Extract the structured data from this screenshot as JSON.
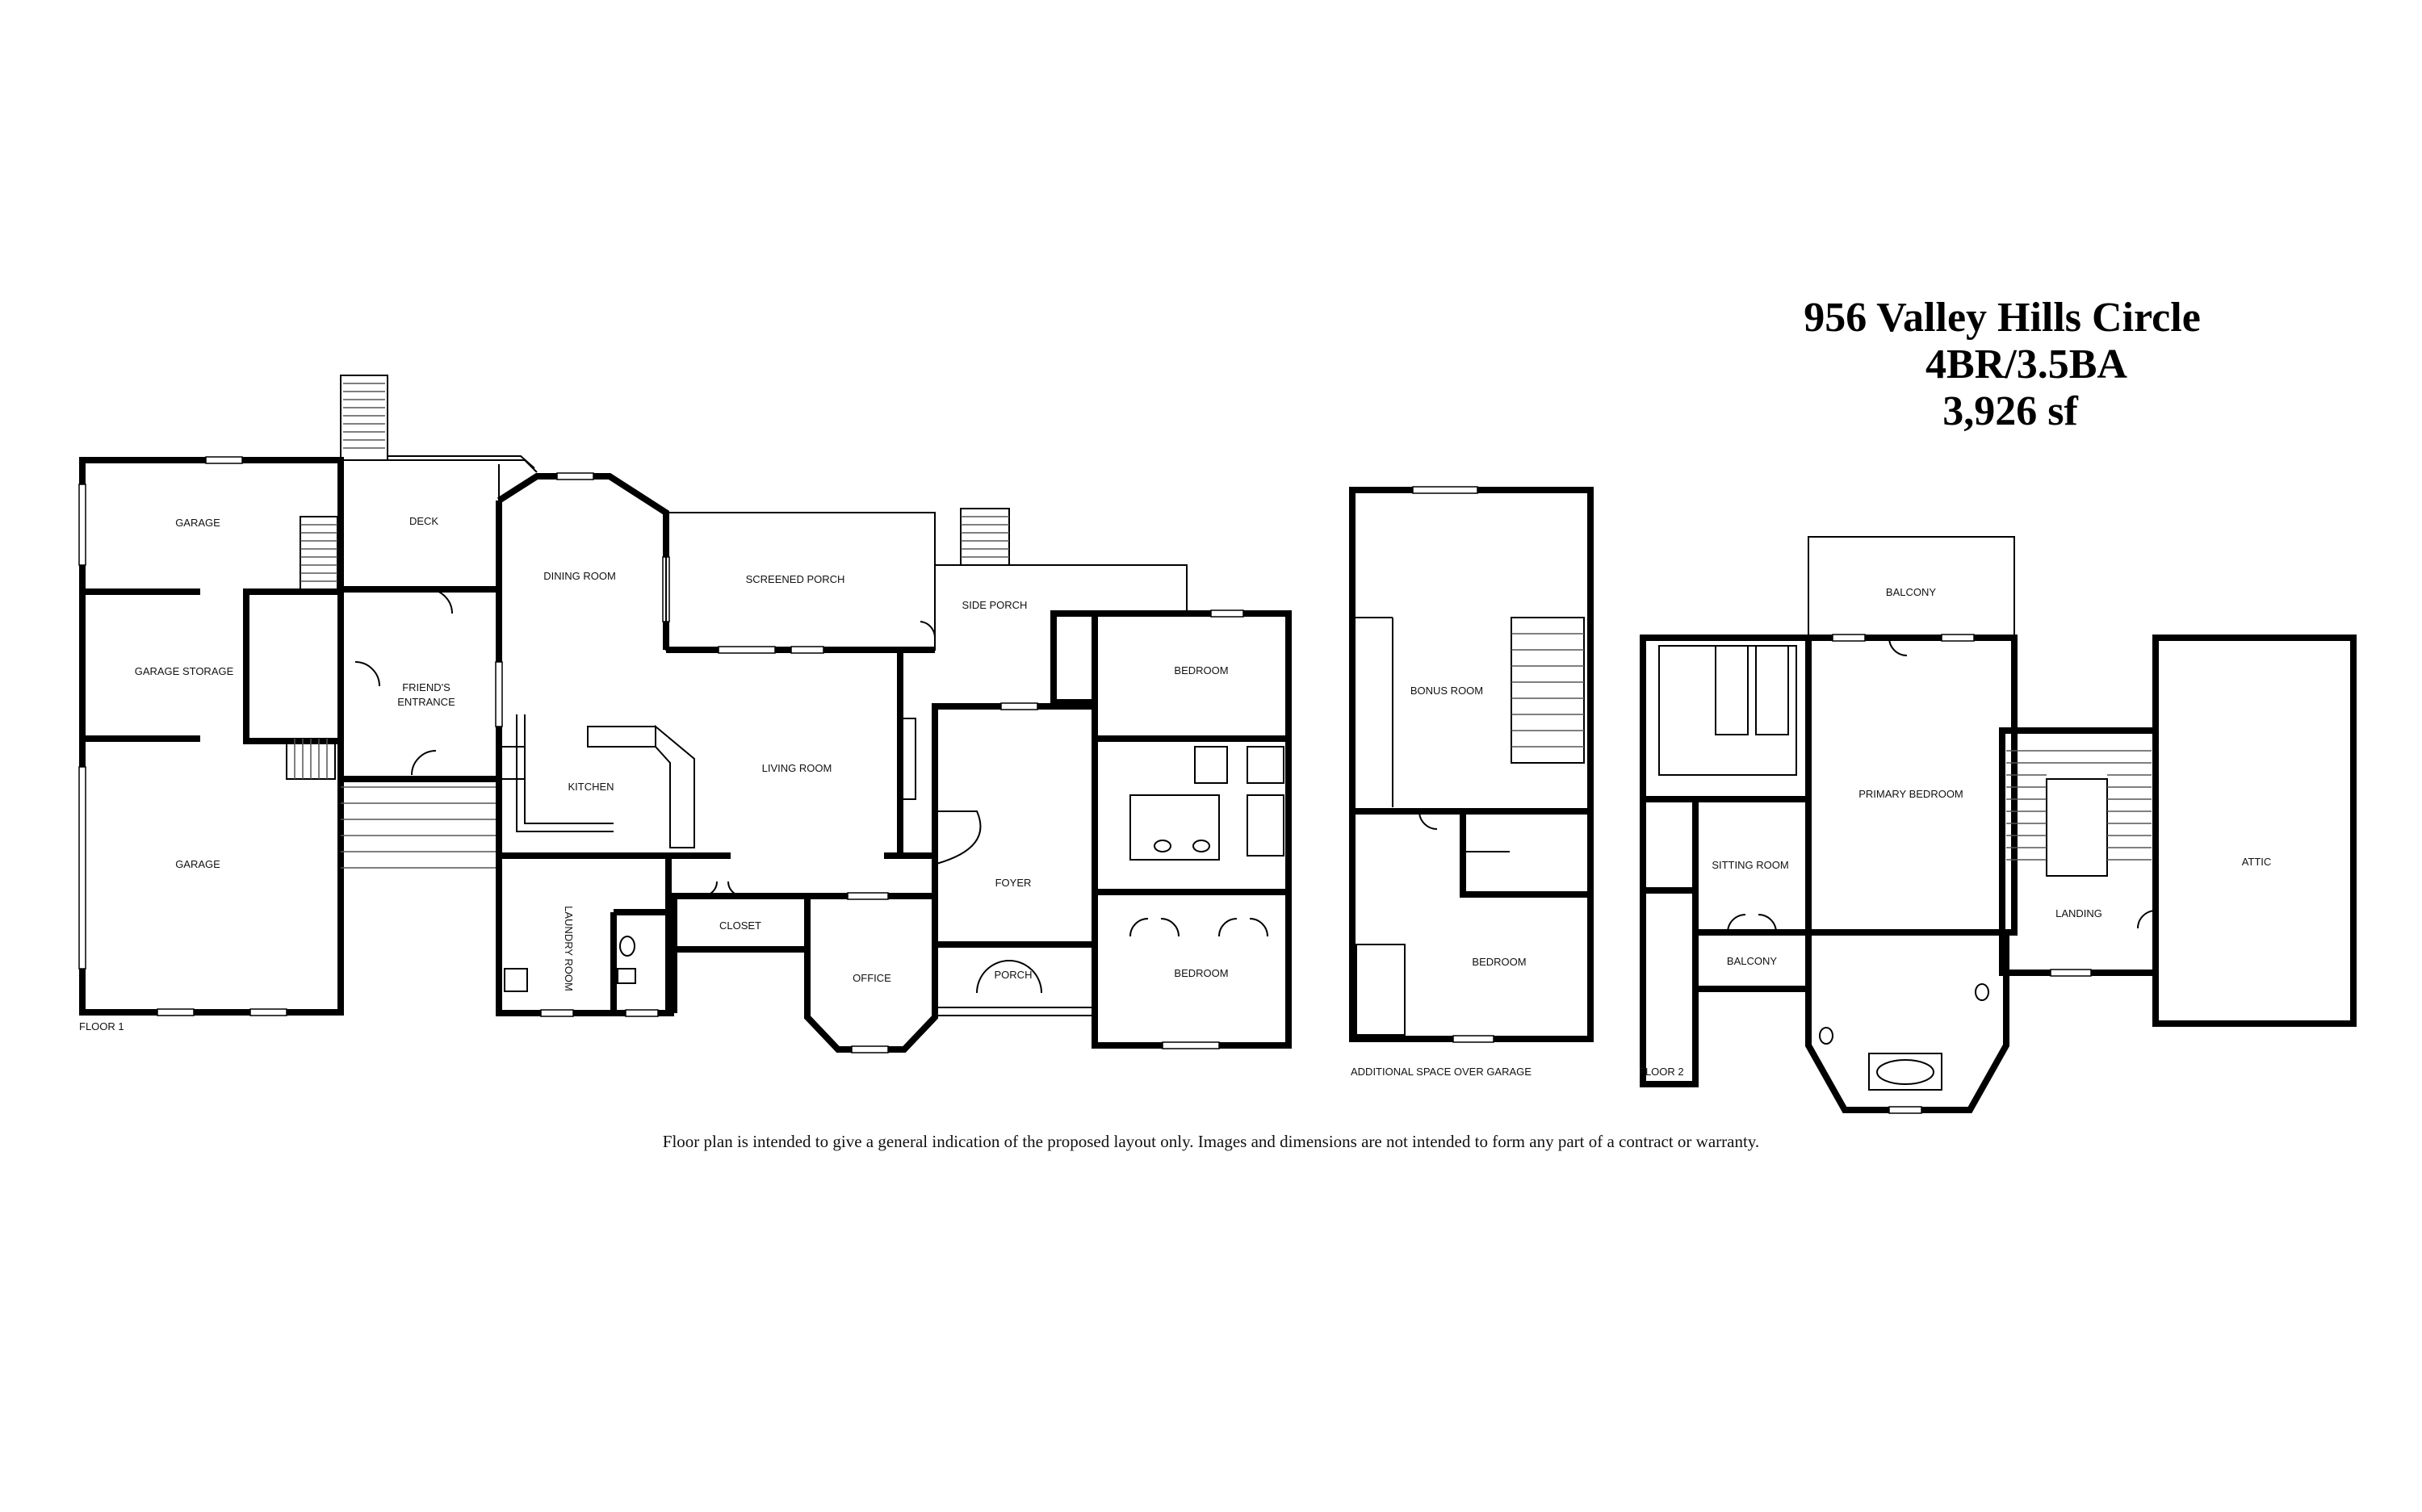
{
  "header": {
    "address": "956 Valley Hills Circle",
    "beds_baths": "4BR/3.5BA",
    "area": "3,926 sf"
  },
  "floors": {
    "floor1": "FLOOR 1",
    "garage_extra": "ADDITIONAL SPACE OVER GARAGE",
    "floor2": "FLOOR 2"
  },
  "rooms": {
    "garage_top": "GARAGE",
    "garage_storage": "GARAGE STORAGE",
    "garage_bottom": "GARAGE",
    "deck": "DECK",
    "friends_entrance_1": "FRIEND'S",
    "friends_entrance_2": "ENTRANCE",
    "dining_room": "DINING ROOM",
    "screened_porch": "SCREENED PORCH",
    "kitchen": "KITCHEN",
    "living_room": "LIVING ROOM",
    "laundry_room": "LAUNDRY ROOM",
    "closet": "CLOSET",
    "office": "OFFICE",
    "side_porch": "SIDE PORCH",
    "foyer": "FOYER",
    "porch": "PORCH",
    "bedroom_upper": "BEDROOM",
    "bedroom_lower": "BEDROOM",
    "bonus_room": "BONUS ROOM",
    "bedroom_garage": "BEDROOM",
    "balcony_top": "BALCONY",
    "primary_bedroom": "PRIMARY BEDROOM",
    "sitting_room": "SITTING ROOM",
    "balcony_left": "BALCONY",
    "landing": "LANDING",
    "attic": "ATTIC"
  },
  "footer": {
    "disclaimer": "Floor plan is intended to give a general indication of the proposed layout only. Images and dimensions are not intended to form any part of a contract or warranty."
  }
}
